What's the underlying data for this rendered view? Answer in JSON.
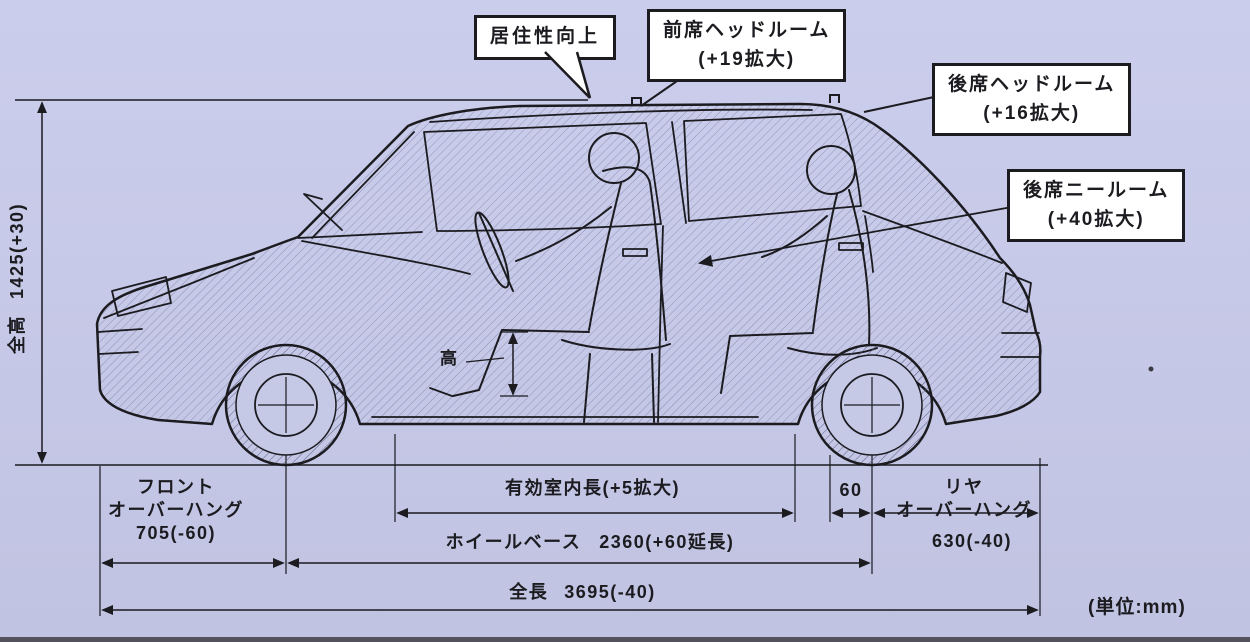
{
  "theme": {
    "background": "#c6c9e6",
    "ink": "#1b1b20",
    "callout_bg": "#ffffff"
  },
  "callouts": {
    "livability": {
      "label": "居住性向上"
    },
    "front_headroom": {
      "line1": "前席ヘッドルーム",
      "line2": "(+19拡大)"
    },
    "rear_headroom": {
      "line1": "後席ヘッドルーム",
      "line2": "(+16拡大)"
    },
    "rear_kneeroom": {
      "line1": "後席ニールーム",
      "line2": "(+40拡大)"
    }
  },
  "dimensions": {
    "overall_height": {
      "label": "全高",
      "value": "1425(+30)"
    },
    "front_overhang": {
      "label_line1": "フロント",
      "label_line2": "オーバーハング",
      "value": "705(-60)"
    },
    "effective_cabin": {
      "label": "有効室内長(+5拡大)"
    },
    "gap": {
      "value": "60"
    },
    "rear_overhang": {
      "label_line1": "リヤ",
      "label_line2": "オーバーハング",
      "value": "630(-40)"
    },
    "wheelbase": {
      "label": "ホイールベース",
      "value": "2360(+60延長)"
    },
    "overall_length": {
      "label": "全長",
      "value": "3695(-40)"
    },
    "interior_height": {
      "label": "高"
    }
  },
  "note": {
    "unit": "(単位:mm)"
  }
}
